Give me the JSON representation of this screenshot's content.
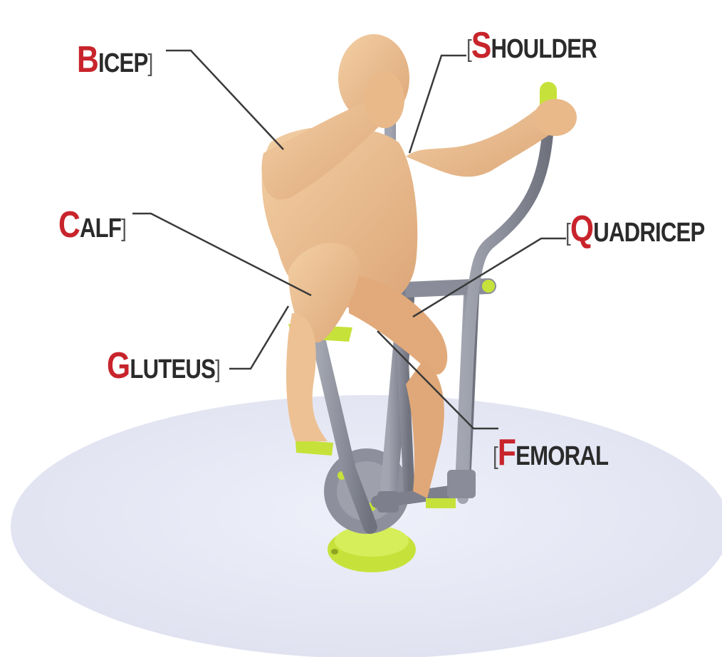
{
  "colors": {
    "accent": "#c8242c",
    "text": "#2b2b2b",
    "leader": "#3a3a3a",
    "skin": "#efc494",
    "metal": "#8a8d99",
    "lime": "#c6e23a",
    "floor": "#e6e7f4"
  },
  "figure": {
    "subject": "mannequin-on-outdoor-elliptical-trainer"
  },
  "labels": [
    {
      "id": "bicep",
      "initial": "B",
      "rest": "ICEP",
      "bracket_left": "",
      "bracket_right": "]"
    },
    {
      "id": "shoulder",
      "initial": "S",
      "rest": "HOULDER",
      "bracket_left": "[",
      "bracket_right": ""
    },
    {
      "id": "calf",
      "initial": "C",
      "rest": "ALF",
      "bracket_left": "",
      "bracket_right": "]"
    },
    {
      "id": "quadricep",
      "initial": "Q",
      "rest": "UADRICEP",
      "bracket_left": "[",
      "bracket_right": ""
    },
    {
      "id": "gluteus",
      "initial": "G",
      "rest": "LUTEUS",
      "bracket_left": "",
      "bracket_right": "]"
    },
    {
      "id": "femoral",
      "initial": "F",
      "rest": "EMORAL",
      "bracket_left": "[",
      "bracket_right": ""
    }
  ]
}
